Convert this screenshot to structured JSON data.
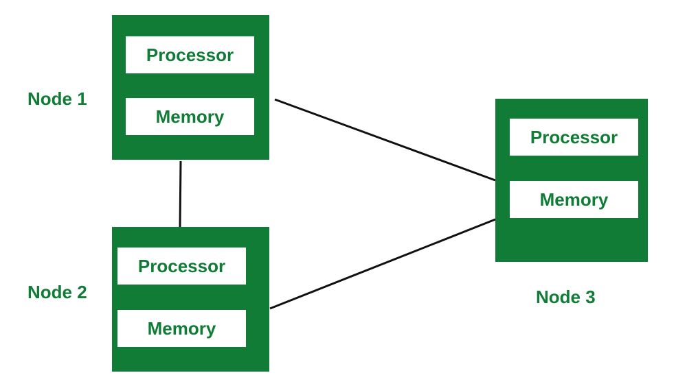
{
  "colors": {
    "node_fill": "#107c36",
    "component_fill": "#ffffff",
    "text": "#107c36",
    "connector": "#111111"
  },
  "nodes": [
    {
      "label": "Node 1",
      "processor": "Processor",
      "memory": "Memory"
    },
    {
      "label": "Node 2",
      "processor": "Processor",
      "memory": "Memory"
    },
    {
      "label": "Node 3",
      "processor": "Processor",
      "memory": "Memory"
    }
  ],
  "connections": [
    {
      "from": "Node 1",
      "to": "Node 2"
    },
    {
      "from": "Node 1",
      "to": "Node 3"
    },
    {
      "from": "Node 2",
      "to": "Node 3"
    }
  ]
}
